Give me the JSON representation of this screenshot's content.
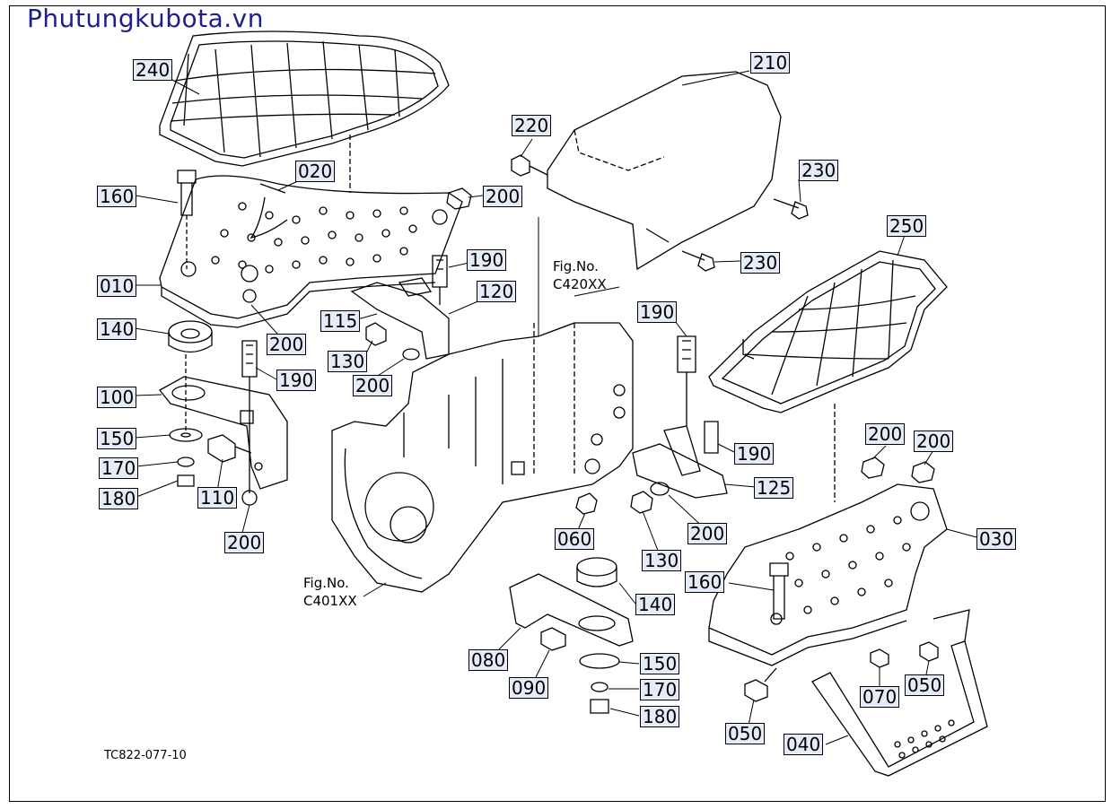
{
  "watermark": "Phutungkubota.vn",
  "drawing_code": "TC822-077-10",
  "figure_refs": [
    {
      "line1": "Fig.No.",
      "line2": "C420XX"
    },
    {
      "line1": "Fig.No.",
      "line2": "C401XX"
    }
  ],
  "callouts": [
    "240",
    "020",
    "160",
    "200",
    "010",
    "190",
    "115",
    "120",
    "140",
    "200",
    "130",
    "200",
    "190",
    "100",
    "150",
    "170",
    "180",
    "110",
    "200",
    "220",
    "210",
    "230",
    "230",
    "250",
    "190",
    "200",
    "200",
    "190",
    "125",
    "060",
    "200",
    "030",
    "130",
    "160",
    "140",
    "080",
    "150",
    "090",
    "170",
    "180",
    "070",
    "050",
    "050",
    "040"
  ]
}
